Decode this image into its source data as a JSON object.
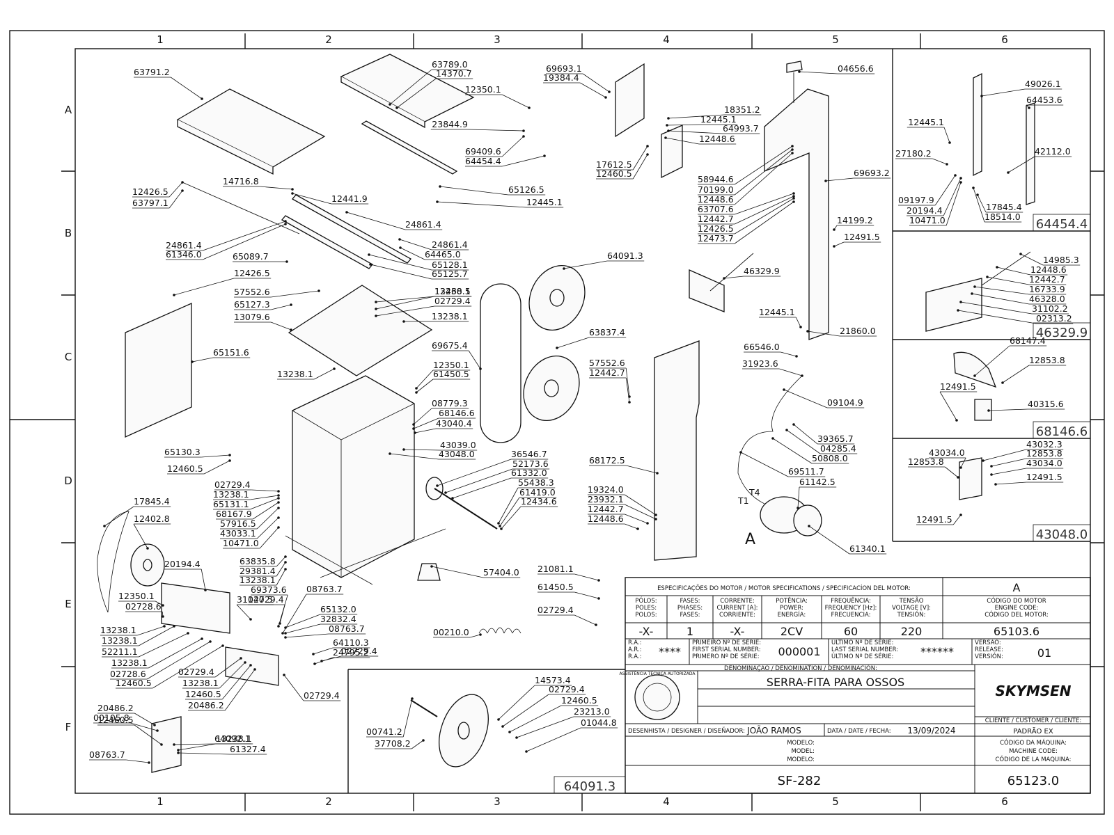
{
  "grid": {
    "columns": [
      "1",
      "2",
      "3",
      "4",
      "5",
      "6"
    ],
    "rows": [
      "A",
      "B",
      "C",
      "D",
      "E",
      "F"
    ]
  },
  "part_labels": [
    "63791.2",
    "63789.0",
    "14370.7",
    "12350.1",
    "69693.1",
    "19384.4",
    "04656.6",
    "49026.1",
    "64453.6",
    "23844.9",
    "69409.6",
    "64454.4",
    "18351.2",
    "12445.1",
    "64993.7",
    "12448.6",
    "12445.1",
    "42112.0",
    "27180.2",
    "17612.5",
    "12460.5",
    "14716.8",
    "12441.9",
    "65126.5",
    "12445.1",
    "12426.5",
    "63797.1",
    "58944.6",
    "70199.0",
    "12448.6",
    "69693.2",
    "09197.9",
    "20194.4",
    "10471.0",
    "17845.4",
    "18514.0",
    "63707.6",
    "12442.7",
    "12426.5",
    "12473.7",
    "14199.2",
    "12491.5",
    "24861.4",
    "24861.4",
    "64465.0",
    "61346.0",
    "24861.4",
    "65089.7",
    "65128.1",
    "65125.7",
    "64091.3",
    "46329.9",
    "14985.3",
    "12448.6",
    "12442.7",
    "16733.9",
    "46328.0",
    "31102.2",
    "02313.2",
    "12426.5",
    "57552.6",
    "13238.1",
    "12460.5",
    "02729.4",
    "65127.3",
    "13238.1",
    "13079.6",
    "12445.1",
    "21860.0",
    "63837.4",
    "69675.4",
    "66546.0",
    "68147.4",
    "12853.8",
    "31923.6",
    "65151.6",
    "13238.1",
    "12350.1",
    "61450.5",
    "57552.6",
    "12442.7",
    "09104.9",
    "12491.5",
    "40315.6",
    "08779.3",
    "68146.6",
    "43040.4",
    "39365.7",
    "04285.4",
    "43032.3",
    "43034.0",
    "12853.8",
    "12853.8",
    "43034.0",
    "43039.0",
    "43048.0",
    "50808.0",
    "65130.3",
    "36546.7",
    "12491.5",
    "12460.5",
    "52173.6",
    "69511.7",
    "68172.5",
    "61332.0",
    "61142.5",
    "02729.4",
    "55438.3",
    "13238.1",
    "61419.0",
    "12434.6",
    "19324.0",
    "65131.1",
    "23932.1",
    "68167.9",
    "12442.7",
    "12491.5",
    "12448.6",
    "57916.5",
    "43033.1",
    "10471.0",
    "61340.1",
    "17845.4",
    "12402.8",
    "63835.8",
    "57404.0",
    "29381.4",
    "20194.4",
    "13238.1",
    "21081.1",
    "69373.6",
    "08763.7",
    "61450.5",
    "31140.5",
    "02729.4",
    "12350.1",
    "65132.0",
    "02728.6",
    "02729.4",
    "32832.4",
    "08763.7",
    "13238.1",
    "13238.1",
    "64110.3",
    "52211.1",
    "00210.0",
    "13238.1",
    "24795.2",
    "02729.4",
    "02728.6",
    "12460.5",
    "02729.4",
    "13238.1",
    "02729.4",
    "12460.5",
    "20486.2",
    "20486.2",
    "00105.8",
    "14573.4",
    "02729.4",
    "12460.5",
    "23213.0",
    "64092.1",
    "12460.5",
    "01044.8",
    "00741.2",
    "13238.1",
    "61327.4",
    "37708.2",
    "08763.7"
  ],
  "callouts": [
    "A",
    "T1",
    "T4"
  ],
  "box_labels": [
    "64454.4",
    "46329.9",
    "68146.6",
    "43048.0",
    "64091.3"
  ],
  "title_block": {
    "motor_spec_heading": "ESPECIFICAÇÕES DO MOTOR / MOTOR SPECIFICATIONS / SPECIFICACÍON DEL MOTOR:",
    "column_letter": "A",
    "spec_headers": [
      [
        "PÓLOS:",
        "POLES:",
        "POLOS:"
      ],
      [
        "FASES:",
        "PHASES:",
        "FASES:"
      ],
      [
        "CORRENTE:",
        "CURRENT [A]:",
        "CORRIENTE:"
      ],
      [
        "POTÊNCIA:",
        "POWER:",
        "ENERGÍA:"
      ],
      [
        "FREQUÊNCIA:",
        "FREQUENCY [Hz]:",
        "FRECUENCIA:"
      ],
      [
        "TENSÃO",
        "VOLTAGE [V]:",
        "TENSIÓN:"
      ],
      [
        "CÓDIGO DO MOTOR",
        "ENGINE CODE:",
        "CÓDIGO DEL MOTOR:"
      ]
    ],
    "spec_values": [
      "-X-",
      "1",
      "-X-",
      "2CV",
      "60",
      "220",
      "65103.6"
    ],
    "ra_lines": [
      "R.A.:",
      "A.R.:",
      "R.A.:"
    ],
    "ra_value": "****",
    "first_serial_lines": [
      "PRIMEIRO Nº DE SÉRIE:",
      "FIRST SERIAL NUMBER:",
      "PRIMERO Nº DE SÉRIE:"
    ],
    "first_serial": "000001",
    "last_serial_lines": [
      "ÚLTIMO Nº DE SÉRIE:",
      "LAST SERIAL NUMBER:",
      "ÚLTIMO Nº DE SÉRIE:"
    ],
    "last_serial": "******",
    "version_lines": [
      "VERSÃO:",
      "RELEASE:",
      "VERSIÓN:"
    ],
    "version": "01",
    "denomination_heading": "DENOMINAÇÃO / DENOMINATION / DENOMINACIÓN:",
    "denomination": "SERRA-FITA PARA OSSOS",
    "logo_ring_text": "ASSISTÊNCIA TÉCNICA AUTORIZADA",
    "brand": "SKYMSEN",
    "designer_label": "DESENHISTA / DESIGNER / DISEÑADOR:",
    "designer": "JOÃO RAMOS",
    "date_label": "DATA / DATE / FECHA:",
    "date": "13/09/2024",
    "client_label": "CLIENTE / CUSTOMER / CLIENTE:",
    "client": "PADRÃO EX",
    "model_lines": [
      "MODELO:",
      "MODEL:",
      "MODELO:"
    ],
    "model": "SF-282",
    "machine_code_lines": [
      "CÓDIGO DA MÁQUINA:",
      "MACHINE CODE:",
      "CÓDIGO DE LA MAQUINA:"
    ],
    "machine_code": "65123.0"
  }
}
